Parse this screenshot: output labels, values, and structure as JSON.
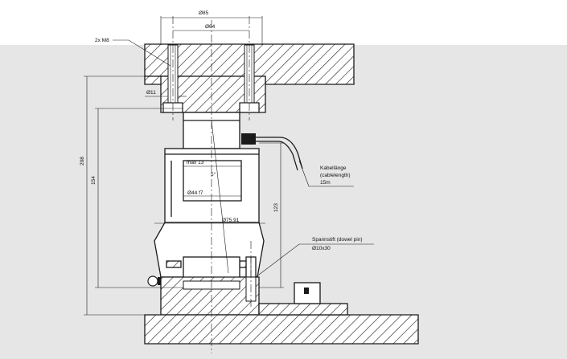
{
  "drawing": {
    "dimensions": {
      "outer_flange_diameter": "Ø85",
      "bolt_circle_diameter": "Ø64",
      "bolts": "2x M8",
      "hole_diameter": "Ø11",
      "total_height": "208",
      "cell_height": "154",
      "max_displacement": "max 13",
      "tilt_angle": "5°",
      "pin_diameter": "Ø44 f7",
      "base_diameter": "Ø75.91",
      "height_to_cable": "123"
    },
    "annotations": {
      "cable_length_line1": "Kabellänge",
      "cable_length_line2": "(cablelength)",
      "cable_length_value": "15m",
      "dowel_pin_line1": "Spannstift (dowel pin)",
      "dowel_pin_line2": "Ø10x30"
    }
  }
}
